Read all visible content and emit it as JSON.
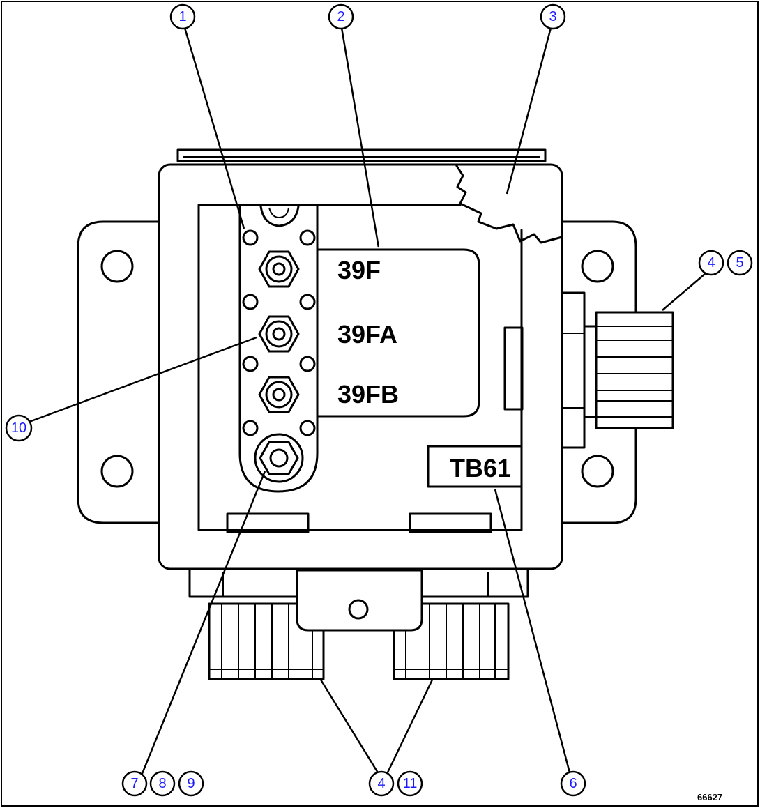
{
  "diagram": {
    "terminal_labels": [
      "39F",
      "39FA",
      "39FB"
    ],
    "block_label": "TB61",
    "figure_code": "66627",
    "callouts": {
      "c1": "1",
      "c2": "2",
      "c3": "3",
      "c4a": "4",
      "c5": "5",
      "c10": "10",
      "c7": "7",
      "c8": "8",
      "c9": "9",
      "c4b": "4",
      "c11": "11",
      "c6": "6"
    },
    "colors": {
      "callout_text": "#1a1aff",
      "line": "#000000",
      "background": "#ffffff"
    }
  }
}
